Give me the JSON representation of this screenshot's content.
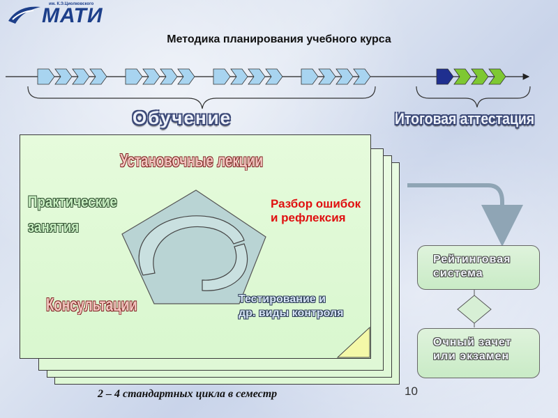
{
  "logo": {
    "caption": "им. К.Э.Циолковского",
    "text": "МАТИ",
    "mark_color": "#1d3f8a"
  },
  "title": "Методика планирования учебного курса",
  "timeline": {
    "training_groups": 4,
    "chevrons_per_group": 4,
    "training_chevron_color": "#a8d4f0",
    "final_chevron_colors": [
      "#1f2f8f",
      "#7ec832",
      "#7ec832",
      "#7ec832"
    ]
  },
  "phases": {
    "training": "Обучение",
    "final": "Итоговая аттестация"
  },
  "activities": {
    "lectures": "Установочные лекции",
    "practice": "Практические занятия",
    "review_line1": "Разбор ошибок",
    "review_line2": "и рефлексия",
    "testing_line1": "Тестирование и",
    "testing_line2": "др. виды контроля",
    "consultations": "Консультации"
  },
  "side_boxes": {
    "rating_line1": "Рейтинговая",
    "rating_line2": "система",
    "exam_line1": "Очный зачет",
    "exam_line2": "или экзамен"
  },
  "footer": {
    "caption": "2 – 4 стандартных цикла в семестр",
    "slide_number": "10"
  },
  "colors": {
    "sheet_fill": "#dff8d6",
    "pentagon_fill": "#b7d3d3",
    "activity_red": "#e01010",
    "box_fill": "#c9ebc6"
  }
}
